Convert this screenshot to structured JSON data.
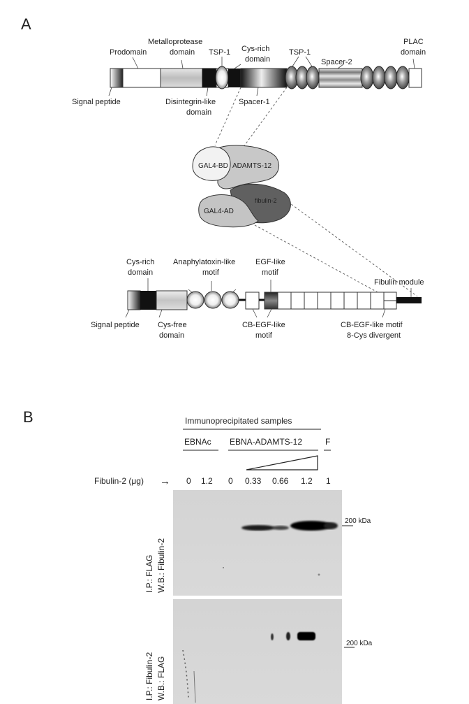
{
  "panel_a": {
    "letter": "A",
    "adamts12": {
      "labels": {
        "prodomain": "Prodomain",
        "metalloprotease_1": "Metalloprotease",
        "metalloprotease_2": "domain",
        "tsp1_a": "TSP-1",
        "cysrich_1": "Cys-rich",
        "cysrich_2": "domain",
        "tsp1_b": "TSP-1",
        "spacer2": "Spacer-2",
        "plac_1": "PLAC",
        "plac_2": "domain",
        "signal_peptide": "Signal peptide",
        "disintegrin_1": "Disintegrin-like",
        "disintegrin_2": "domain",
        "spacer1": "Spacer-1"
      }
    },
    "y2h": {
      "gal4_bd": "GAL4-BD",
      "adamts12": "ADAMTS-12",
      "fibulin2": "fibulin-2",
      "gal4_ad": "GAL4-AD"
    },
    "fibulin2": {
      "labels": {
        "cysrich_1": "Cys-rich",
        "cysrich_2": "domain",
        "anaphylatoxin_1": "Anaphylatoxin-like",
        "anaphylatoxin_2": "motif",
        "egf_1": "EGF-like",
        "egf_2": "motif",
        "fibulin_module": "Fibulin module",
        "signal_peptide": "Signal peptide",
        "cysfree_1": "Cys-free",
        "cysfree_2": "domain",
        "cbegf_1": "CB-EGF-like",
        "cbegf_2": "motif",
        "cbegf8_1": "CB-EGF-like motif",
        "cbegf8_2": "8-Cys divergent"
      }
    }
  },
  "panel_b": {
    "letter": "B",
    "header": "Immunoprecipitated samples",
    "group_ebnac": "EBNAc",
    "group_ebna_adamts": "EBNA-ADAMTS-12",
    "group_f": "F",
    "fibulin_label": "Fibulin-2 (μg)",
    "arrow": "→",
    "lanes": [
      "0",
      "1.2",
      "0",
      "0.33",
      "0.66",
      "1.2",
      "1"
    ],
    "blot1": {
      "ip": "I.P.: FLAG",
      "wb": "W.B.: Fibulin-2",
      "marker": "200 kDa"
    },
    "blot2": {
      "ip": "I.P.: Fibulin-2",
      "wb": "W.B.: FLAG",
      "marker": "200 kDa"
    }
  }
}
